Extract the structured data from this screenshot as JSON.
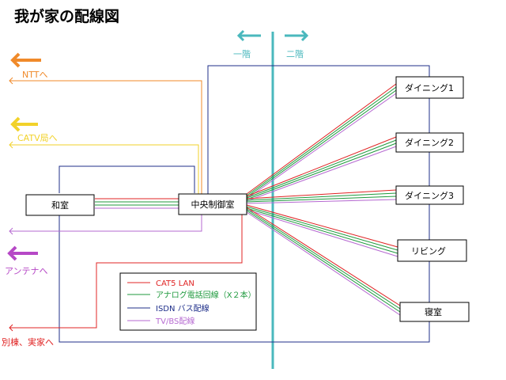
{
  "title": "我が家の配線図",
  "floors": {
    "first": "一階",
    "second": "二階"
  },
  "colors": {
    "cat5": "#e02424",
    "analog": "#1f9a3e",
    "isdn": "#1f2f8a",
    "tvbs": "#b66ad1",
    "ntt": "#f08a2a",
    "catv": "#f2d22a",
    "antenna": "#b648c6",
    "floor_divider": "#4ab8bd"
  },
  "external": {
    "ntt": "NTTへ",
    "catv": "CATV局へ",
    "antenna": "アンテナへ",
    "annex": "別棟、実家へ"
  },
  "rooms": {
    "washitsu": "和室",
    "central": "中央制御室",
    "dining1": "ダイニング1",
    "dining2": "ダイニング2",
    "dining3": "ダイニング3",
    "living": "リビング",
    "bedroom": "寝室"
  },
  "legend": [
    {
      "label": "CAT5 LAN",
      "color": "#e02424"
    },
    {
      "label": "アナログ電話回線（X２本）",
      "color": "#1f9a3e"
    },
    {
      "label": "ISDN バス配線",
      "color": "#1f2f8a"
    },
    {
      "label": "TV/BS配線",
      "color": "#b66ad1"
    }
  ]
}
